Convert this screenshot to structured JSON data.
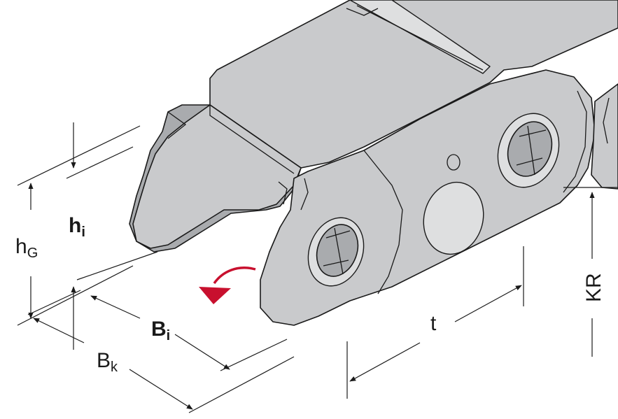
{
  "dimensions": {
    "h_G": {
      "main": "h",
      "sub": "G"
    },
    "h_i": {
      "main": "h",
      "sub": "i"
    },
    "B_i": {
      "main": "B",
      "sub": "i"
    },
    "B_k": {
      "main": "B",
      "sub": "k"
    },
    "t": {
      "main": "t"
    },
    "KR": {
      "main": "KR"
    }
  },
  "colors": {
    "part_fill": "#c9cacc",
    "outline": "#1a1a1a",
    "arrow": "#c8102e"
  }
}
